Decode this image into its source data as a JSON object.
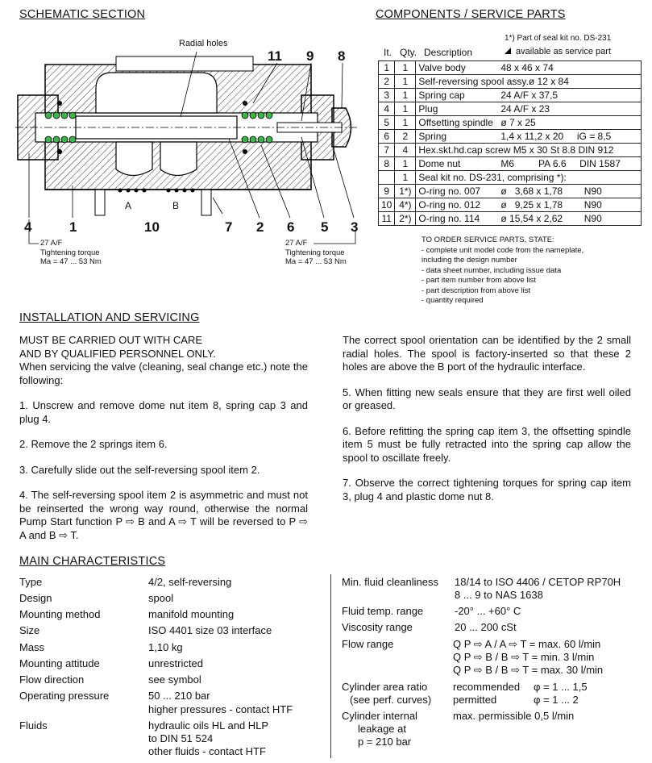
{
  "schematic": {
    "heading": "SCHEMATIC SECTION",
    "radial_holes": "Radial holes",
    "callouts": {
      "n11": "11",
      "n9": "9",
      "n8": "8",
      "n4": "4",
      "n1": "1",
      "n10": "10",
      "n7": "7",
      "n2": "2",
      "n6": "6",
      "n5": "5",
      "n3": "3"
    },
    "port_a": "A",
    "port_b": "B",
    "left_note": [
      "27 A/F",
      "Tightening torque",
      "Ma = 47 ... 53 Nm"
    ],
    "right_note": [
      "27 A/F",
      "Tightening torque",
      "Ma = 47 ... 53 Nm"
    ]
  },
  "components": {
    "heading": "COMPONENTS / SERVICE PARTS",
    "seal_note_line1": "1*)  Part of seal kit no. DS-231",
    "seal_note_line2": "available as service part",
    "col_it": "It.",
    "col_qty": "Qty.",
    "col_desc": "Description",
    "rows": [
      {
        "it": "1",
        "qty": "1",
        "desc": "Valve body",
        "spec": "48 x 46 x 74"
      },
      {
        "it": "2",
        "qty": "1",
        "desc": "Self-reversing spool assy.",
        "spec": "ø 12 x 84"
      },
      {
        "it": "3",
        "qty": "1",
        "desc": "Spring cap",
        "spec": "24 A/F x 37,5"
      },
      {
        "it": "4",
        "qty": "1",
        "desc": "Plug",
        "spec": "24 A/F x 23"
      },
      {
        "it": "5",
        "qty": "1",
        "desc": "Offsetting spindle",
        "spec": "ø 7 x 25"
      },
      {
        "it": "6",
        "qty": "2",
        "desc": "Spring",
        "spec": "1,4 x 11,2 x 20     iG = 8,5"
      },
      {
        "it": "7",
        "qty": "4",
        "desc": "Hex.skt.hd.cap screw M5 x 30 St 8.8 DIN 912",
        "spec": ""
      },
      {
        "it": "8",
        "qty": "1",
        "desc": "Dome nut",
        "spec": "M6         PA 6.6     DIN 1587"
      },
      {
        "it": "",
        "qty": "1",
        "desc": "Seal kit no. DS-231, comprising *):",
        "spec": ""
      },
      {
        "it": "9",
        "qty": "1*)",
        "desc": "O-ring no. 007",
        "spec": "ø   3,68 x 1,78        N90"
      },
      {
        "it": "10",
        "qty": "4*)",
        "desc": "O-ring no. 012",
        "spec": "ø   9,25 x 1,78        N90"
      },
      {
        "it": "11",
        "qty": "2*)",
        "desc": "O-ring no. 114",
        "spec": "ø 15,54 x 2,62        N90"
      }
    ],
    "order_title": "TO ORDER SERVICE PARTS, STATE:",
    "order_items": [
      "-  complete unit model code from the nameplate,",
      "   including the design number",
      "-  data sheet number, including issue data",
      "-  part item number from above list",
      "-  part description from above list",
      "-  quantity required"
    ]
  },
  "installation": {
    "heading": "INSTALLATION AND SERVICING",
    "intro1": "MUST BE CARRIED OUT WITH CARE",
    "intro2": "AND BY QUALIFIED PERSONNEL ONLY.",
    "intro3": "When servicing the valve (cleaning, seal change etc.) note the following:",
    "s1": "1.  Unscrew and remove dome nut item 8, spring cap 3 and plug 4.",
    "s2": "2.  Remove the 2 springs item 6.",
    "s3": "3.  Carefully slide out the self-reversing spool item 2.",
    "s4": "4.  The self-reversing spool item 2 is asymmetric and must not be reinserted the wrong way round, otherwise the normal Pump Start function P ⇨ B  and  A ⇨ T will be reversed to P ⇨ A and  B ⇨ T.",
    "r0": "The correct spool orientation can be identified by the 2 small radial holes. The spool is factory-inserted so that these 2 holes are above the B port of the hydraulic interface.",
    "s5": "5.  When fitting new seals ensure that they are first well oiled or greased.",
    "s6": "6.  Before refitting the spring cap item 3, the offsetting spindle item 5 must be fully retracted into the spring cap allow the spool to oscillate freely.",
    "s7": "7.  Observe the correct tightening torques for spring cap item 3, plug 4 and plastic dome nut 8."
  },
  "characteristics": {
    "heading": "MAIN CHARACTERISTICS",
    "left": [
      {
        "label": "Type",
        "value": "4/2, self-reversing"
      },
      {
        "label": "Design",
        "value": "spool"
      },
      {
        "label": "Mounting method",
        "value": "manifold mounting"
      },
      {
        "label": "Size",
        "value": "ISO 4401 size 03 interface"
      },
      {
        "label": "Mass",
        "value": "1,10 kg"
      },
      {
        "label": "Mounting attitude",
        "value": "unrestricted"
      },
      {
        "label": "Flow direction",
        "value": "see symbol"
      },
      {
        "label": "Operating pressure",
        "value": "50 ... 210 bar"
      },
      {
        "label": "",
        "value": "higher pressures - contact HTF"
      },
      {
        "label": "Fluids",
        "value": "hydraulic oils HL and HLP"
      },
      {
        "label": "",
        "value": "to DIN 51 524"
      },
      {
        "label": "",
        "value": "other fluids - contact HTF"
      }
    ],
    "cleanliness_label": "Min. fluid cleanliness",
    "cleanliness_v1": "18/14 to ISO 4406 / CETOP RP70H",
    "cleanliness_v2": "8 ... 9 to NAS 1638",
    "temp_label": "Fluid temp. range",
    "temp_value": "-20° ... +60° C",
    "visc_label": "Viscosity range",
    "visc_value": "20 ... 200 cSt",
    "flow_label": "Flow range",
    "flow_q1": "Q  P ⇨ A / A ⇨ T  =  max. 60 l/min",
    "flow_q2": "Q  P ⇨ B / B ⇨ T  =  min.   3 l/min",
    "flow_q3": "Q  P ⇨ B / B ⇨ T  =  max. 30 l/min",
    "cyl_label1": "Cylinder area ratio",
    "cyl_label2": "(see perf. curves)",
    "cyl_rec": "recommended",
    "cyl_rec_val": "φ  =  1 ... 1,5",
    "cyl_perm": "permitted",
    "cyl_perm_val": "φ  =  1 ... 2",
    "leak_label1": "Cylinder internal",
    "leak_label2": "leakage at",
    "leak_label3": "p = 210 bar",
    "leak_value": "max. permissible 0,5 l/min"
  }
}
